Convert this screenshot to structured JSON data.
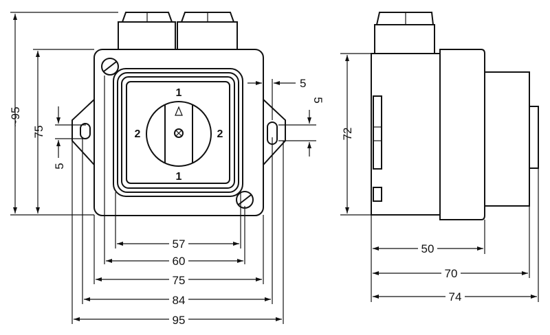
{
  "drawing": {
    "front_view": {
      "switch_positions": {
        "top": "1",
        "left": "2",
        "right": "2",
        "bottom": "1"
      },
      "dimensions": {
        "overall_height": "~95",
        "housing_height": "75",
        "lug_slot_left": "5",
        "lug_offset_right": "5",
        "lug_slot_right": "5",
        "inner_width": "57",
        "mount_width": "60",
        "housing_width": "75",
        "lug_hole_width": "84",
        "overall_width": "95"
      }
    },
    "side_view": {
      "dimensions": {
        "height": "72",
        "body_depth": "50",
        "knob_depth": "70",
        "overall_depth": "74"
      }
    }
  }
}
